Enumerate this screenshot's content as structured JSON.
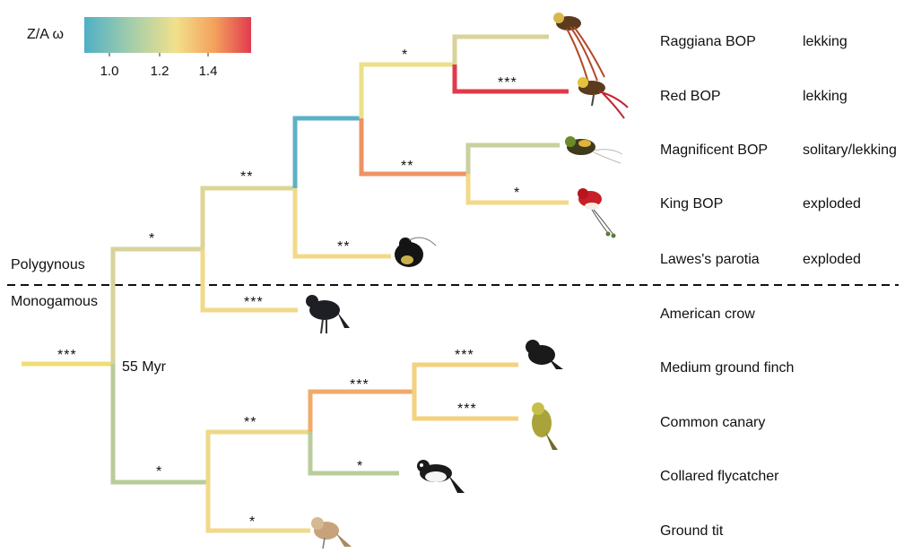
{
  "legend": {
    "title": "Z/A ω",
    "ticks": [
      "1.0",
      "1.2",
      "1.4"
    ],
    "colors": [
      "#4fb0c6",
      "#a9cfa9",
      "#f2e08a",
      "#f4a15c",
      "#e23b4f"
    ]
  },
  "groups": {
    "upper": "Polygynous",
    "lower": "Monogamous"
  },
  "node_label": "55 Myr",
  "species": [
    {
      "name": "Raggiana BOP",
      "mating": "lekking"
    },
    {
      "name": "Red BOP",
      "mating": "lekking"
    },
    {
      "name": "Magnificent BOP",
      "mating": "solitary/lekking"
    },
    {
      "name": "King BOP",
      "mating": "exploded"
    },
    {
      "name": "Lawes's parotia",
      "mating": "exploded"
    },
    {
      "name": "American crow",
      "mating": ""
    },
    {
      "name": "Medium ground finch",
      "mating": ""
    },
    {
      "name": "Common canary",
      "mating": ""
    },
    {
      "name": "Collared flycatcher",
      "mating": ""
    },
    {
      "name": "Ground tit",
      "mating": ""
    }
  ],
  "branch_significance": {
    "root": "***",
    "polygynous_stem": "*",
    "corvid_clade": "**",
    "crow": "***",
    "bop_clade": "",
    "parotia": "**",
    "paradisaea": "*",
    "magnificent_king": "**",
    "raggiana": "",
    "red_bop": "***",
    "magnificent": "",
    "king": "*",
    "passeroid_stem": "*",
    "passeroid_clade": "**",
    "finch_canary": "***",
    "finch": "***",
    "canary": "***",
    "flycatcher": "*",
    "ground_tit": "*"
  },
  "branch_colors": {
    "root": "#f0dc78",
    "polygynous_stem": "#d8d39a",
    "corvid_clade": "#dcd596",
    "crow": "#f2d98a",
    "bop_clade": "#5db1c6",
    "parotia": "#f2d98a",
    "paradisaea": "#ece08a",
    "magnificent_king": "#ee9264",
    "raggiana": "#d8d39a",
    "red_bop": "#e03a4a",
    "magnificent": "#c9cf9e",
    "king": "#f2d98a",
    "passeroid_stem": "#b9cc9a",
    "passeroid_clade": "#eed98a",
    "finch_canary": "#f0aa6c",
    "finch": "#f2d27e",
    "canary": "#f2d27e",
    "flycatcher": "#b9cc9a",
    "ground_tit": "#f2d98a"
  },
  "bird_icons": [
    "raggiana-bird-icon",
    "red-bop-bird-icon",
    "magnificent-bird-icon",
    "king-bird-icon",
    "parotia-bird-icon",
    "crow-bird-icon",
    "finch-bird-icon",
    "canary-bird-icon",
    "flycatcher-bird-icon",
    "tit-bird-icon"
  ]
}
